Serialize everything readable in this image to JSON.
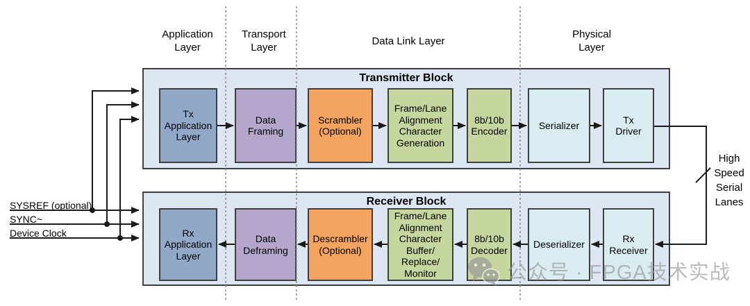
{
  "layer_headers": [
    {
      "label": "Application\nLayer"
    },
    {
      "label": "Transport\nLayer"
    },
    {
      "label": "Data Link Layer"
    },
    {
      "label": "Physical\nLayer"
    }
  ],
  "transmitter": {
    "title": "Transmitter Block",
    "blocks": [
      {
        "label": "Tx\nApplication\nLayer"
      },
      {
        "label": "Data\nFraming"
      },
      {
        "label": "Scrambler\n(Optional)"
      },
      {
        "label": "Frame/Lane\nAlignment\nCharacter\nGeneration"
      },
      {
        "label": "8b/10b\nEncoder"
      },
      {
        "label": "Serializer"
      },
      {
        "label": "Tx\nDriver"
      }
    ]
  },
  "receiver": {
    "title": "Receiver Block",
    "blocks": [
      {
        "label": "Rx\nApplication\nLayer"
      },
      {
        "label": "Data\nDeframing"
      },
      {
        "label": "Descrambler\n(Optional)"
      },
      {
        "label": "Frame/Lane\nAlignment\nCharacter\nBuffer/\nReplace/\nMonitor"
      },
      {
        "label": "8b/10b\nDecoder"
      },
      {
        "label": "Deserializer"
      },
      {
        "label": "Rx\nReceiver"
      }
    ]
  },
  "inputs": [
    {
      "label": "SYSREF (optional)"
    },
    {
      "label": "SYNC~"
    },
    {
      "label": "Device Clock"
    }
  ],
  "serial_lanes_label": "High\nSpeed\nSerial\nLanes",
  "watermark": {
    "text": "公众号 · FPGA技术实战",
    "icon": "wechat-icon"
  },
  "palette": {
    "container_fill": "#DCE7F3",
    "application_blue": "#91A8C8",
    "framing_purple": "#B5A6CB",
    "scrambler_orange": "#F5A45F",
    "link_green": "#C5D79F",
    "physical_cyan": "#D9ECF1",
    "border_dark": "#3F3F3F",
    "line_black": "#1A1A1A",
    "dashed_gray": "#8C8C8C",
    "watermark_gray": "#969696"
  }
}
